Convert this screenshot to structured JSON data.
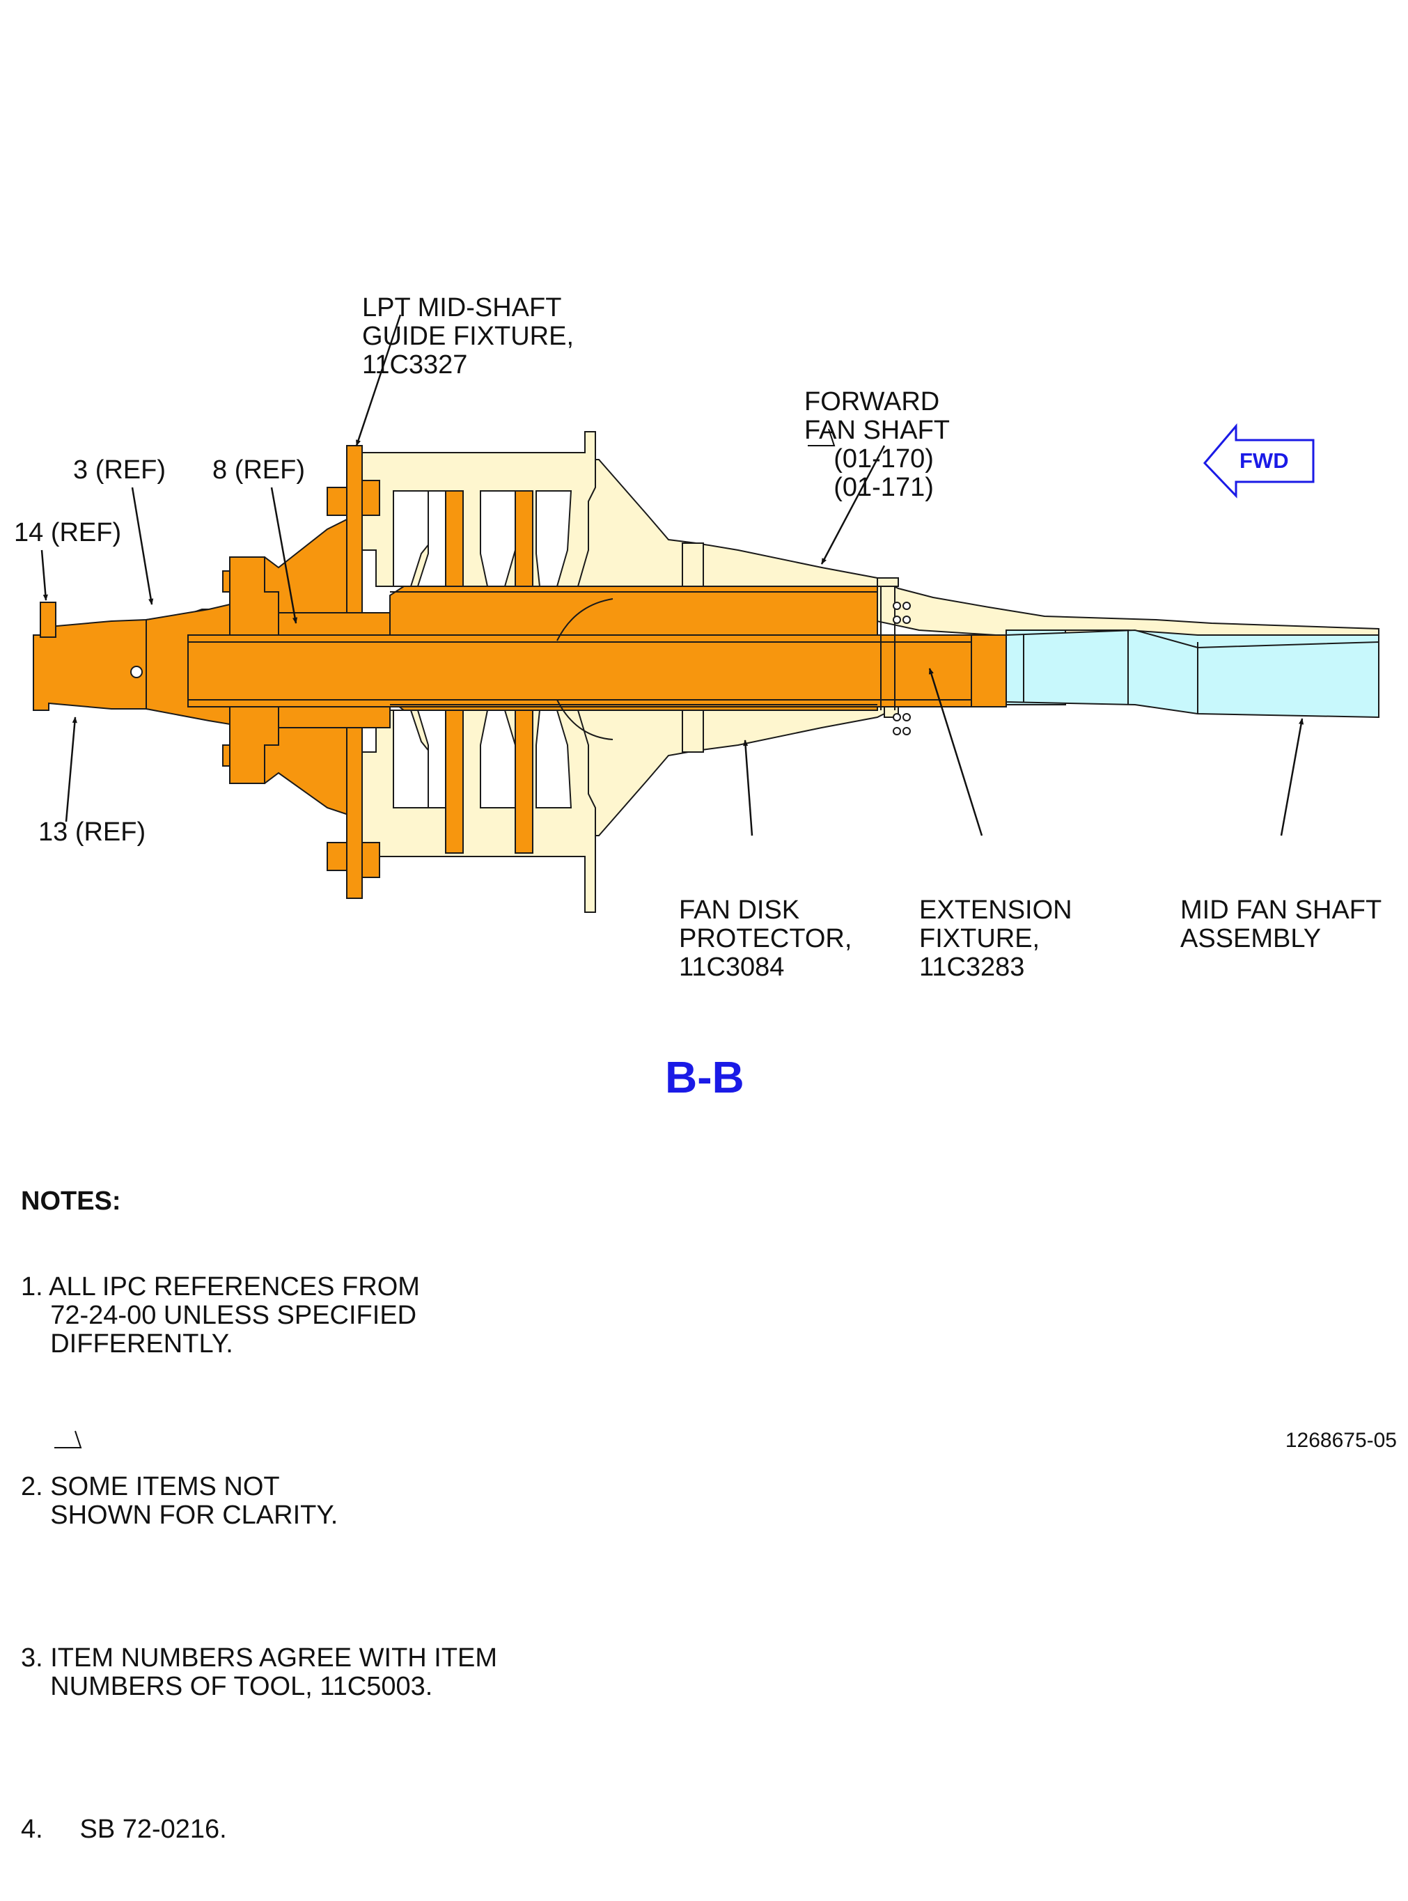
{
  "view_title": "B-B",
  "direction_arrow": {
    "label": "FWD",
    "color": "#1a1ae6"
  },
  "colors": {
    "tooling": "#f7960e",
    "engine_part": "#fef6cf",
    "mid_fan_shaft": "#c8f8fc",
    "outline": "#1a1a1a"
  },
  "callouts": [
    {
      "id": "lpt-guide",
      "lines": [
        "LPT MID-SHAFT",
        "GUIDE FIXTURE,",
        "11C3327"
      ]
    },
    {
      "id": "forward-fan-shaft",
      "lines": [
        "FORWARD",
        "FAN SHAFT",
        "    (01-170)",
        "    (01-171)"
      ],
      "sb_flag_line": 3
    },
    {
      "id": "ref-3",
      "lines": [
        "3 (REF)"
      ]
    },
    {
      "id": "ref-8",
      "lines": [
        "8 (REF)"
      ]
    },
    {
      "id": "ref-14",
      "lines": [
        "14 (REF)"
      ]
    },
    {
      "id": "ref-13",
      "lines": [
        "13 (REF)"
      ]
    },
    {
      "id": "fan-disk-protector",
      "lines": [
        "FAN DISK",
        "PROTECTOR,",
        "11C3084"
      ]
    },
    {
      "id": "extension-fixture",
      "lines": [
        "EXTENSION",
        "FIXTURE,",
        "11C3283"
      ]
    },
    {
      "id": "mid-fan-shaft",
      "lines": [
        "MID FAN SHAFT",
        "ASSEMBLY"
      ]
    }
  ],
  "notes": {
    "title": "NOTES:",
    "items": [
      [
        "1. ALL IPC REFERENCES FROM",
        "    72-24-00 UNLESS SPECIFIED",
        "    DIFFERENTLY."
      ],
      [
        "2. SOME ITEMS NOT",
        "    SHOWN FOR CLARITY."
      ],
      [
        "3. ITEM NUMBERS AGREE WITH ITEM",
        "    NUMBERS OF TOOL, 11C5003."
      ],
      [
        "4.     SB 72-0216."
      ]
    ]
  },
  "drawing_number": "1268675-05"
}
